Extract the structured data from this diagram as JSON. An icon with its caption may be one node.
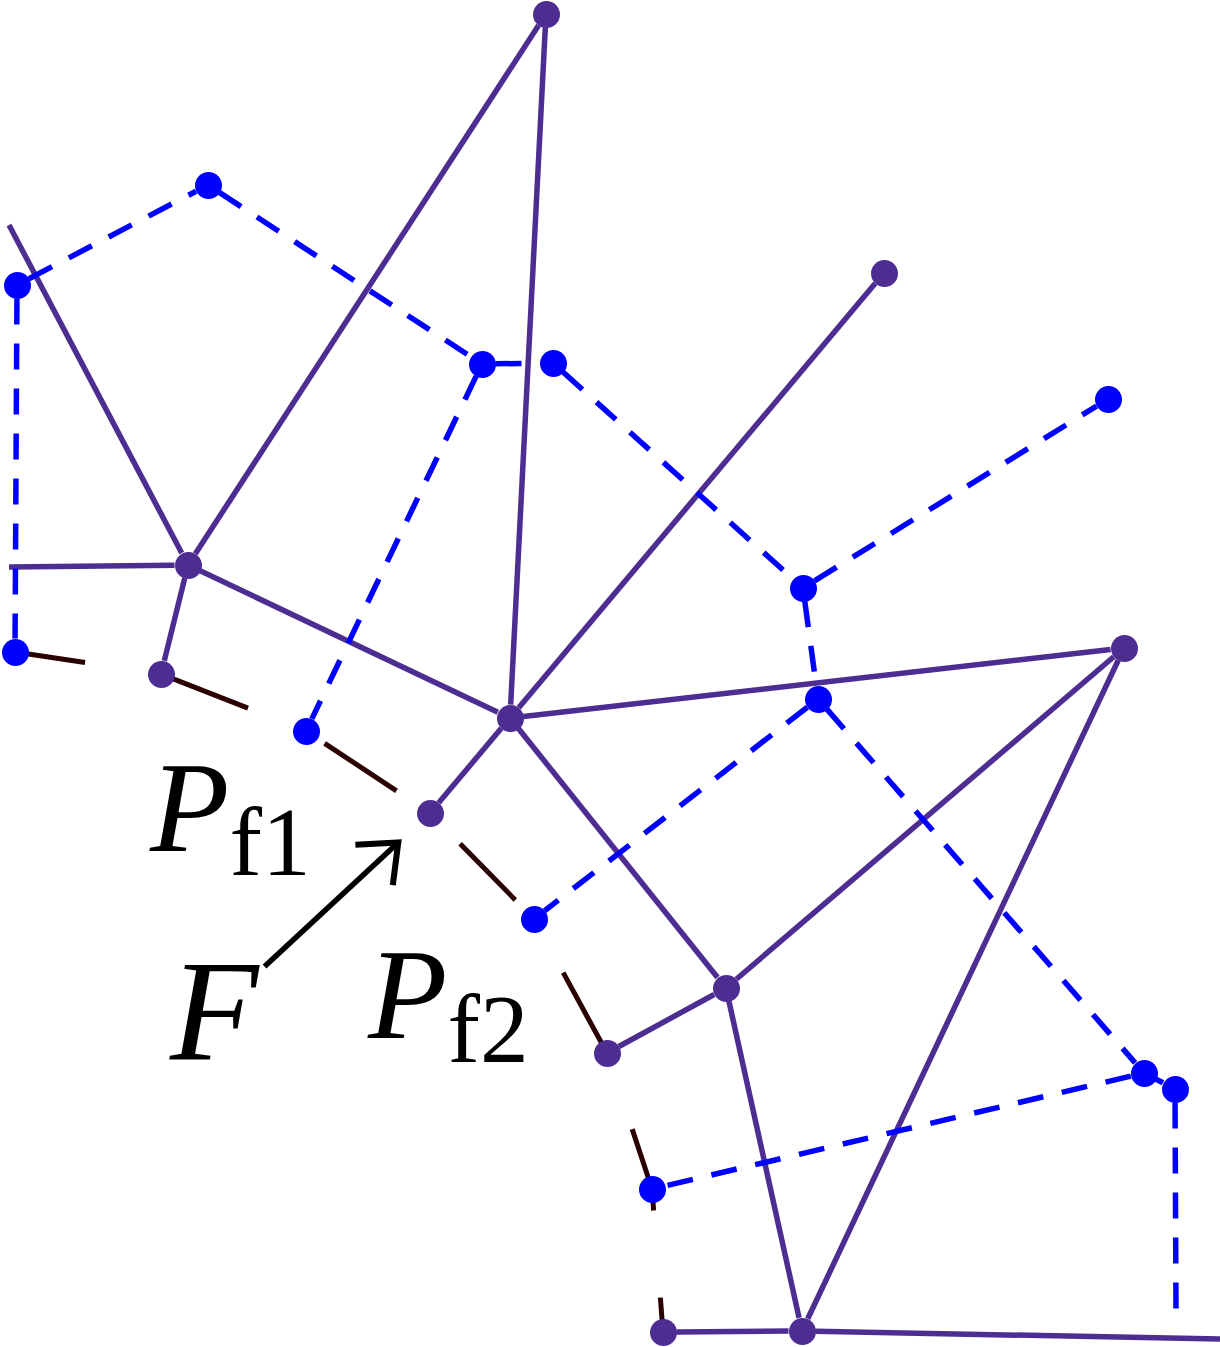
{
  "diagram": {
    "nodes": [
      {
        "text": [],
        "shape": "circle"
      },
      {
        "text": [],
        "shape": "circle"
      },
      {
        "text": [],
        "shape": "circle"
      },
      {
        "text": [],
        "shape": "circle"
      },
      {
        "text": [],
        "shape": "circle"
      },
      {
        "text": [],
        "shape": "circle"
      },
      {
        "text": [],
        "shape": "circle"
      },
      {
        "text": [],
        "shape": "circle"
      },
      {
        "text": [],
        "shape": "circle"
      },
      {
        "text": [],
        "shape": "circle"
      },
      {
        "text": [],
        "shape": "circle"
      },
      {
        "text": [],
        "shape": "circle"
      },
      {
        "text": [],
        "shape": "circle"
      },
      {
        "text": [],
        "shape": "circle"
      },
      {
        "text": [],
        "shape": "circle"
      },
      {
        "text": [],
        "shape": "circle"
      },
      {
        "text": [],
        "shape": "circle"
      },
      {
        "text": [
          "F"
        ]
      },
      {
        "text": [],
        "shape": "circle"
      },
      {
        "text": [],
        "shape": "circle",
        "beside": [
          "*P*$_{f2}$"
        ]
      },
      {
        "text": [],
        "shape": "circle"
      },
      {
        "text": [],
        "shape": "circle"
      },
      {
        "text": [],
        "shape": "circle"
      },
      {
        "text": [],
        "shape": "circle"
      },
      {
        "text": [],
        "shape": "circle"
      }
    ],
    "edges": [
      {
        "from": null,
        "to": 7,
        "arrow": "none"
      },
      {
        "from": null,
        "to": 7,
        "arrow": "none"
      },
      {
        "from": 7,
        "to": 0,
        "arrow": "none"
      },
      {
        "from": 7,
        "to": 11,
        "arrow": "none"
      },
      {
        "from": 7,
        "to": 13,
        "arrow": "none"
      },
      {
        "from": 0,
        "to": 13,
        "arrow": "none"
      },
      {
        "from": 13,
        "to": 2,
        "arrow": "none"
      },
      {
        "from": 13,
        "to": 9,
        "arrow": "none"
      },
      {
        "from": 13,
        "to": 15,
        "arrow": "none"
      },
      {
        "from": 13,
        "to": 18,
        "arrow": "none"
      },
      {
        "from": 18,
        "to": 9,
        "arrow": "none"
      },
      {
        "from": 18,
        "to": 19,
        "arrow": "none"
      },
      {
        "from": 18,
        "to": 24,
        "arrow": "none"
      },
      {
        "from": 9,
        "to": 24,
        "arrow": "none"
      },
      {
        "from": 23,
        "to": 24,
        "arrow": "none"
      },
      {
        "from": 24,
        "to": null,
        "arrow": "none"
      },
      {
        "from": 3,
        "to": 1,
        "arrow": "none",
        "style": "dashed",
        "color": "#0000ff"
      },
      {
        "from": 3,
        "to": 10,
        "arrow": "none",
        "style": "dashed",
        "color": "#0000ff"
      },
      {
        "from": 1,
        "to": 4,
        "arrow": "none",
        "style": "dashed",
        "color": "#0000ff"
      },
      {
        "from": 4,
        "to": 14,
        "arrow": "none",
        "style": "dashed",
        "color": "#0000ff"
      },
      {
        "from": 4,
        "to": 5,
        "arrow": "none",
        "style": "dashed",
        "color": "#0000ff"
      },
      {
        "from": 5,
        "to": 8,
        "arrow": "none",
        "style": "dashed",
        "color": "#0000ff"
      },
      {
        "from": 8,
        "to": 6,
        "arrow": "none",
        "style": "dashed",
        "color": "#0000ff"
      },
      {
        "from": 8,
        "to": 12,
        "arrow": "none",
        "style": "dashed",
        "color": "#0000ff"
      },
      {
        "from": 12,
        "to": 16,
        "arrow": "none",
        "style": "dashed",
        "color": "#0000ff"
      },
      {
        "from": 12,
        "to": 20,
        "arrow": "none",
        "style": "dashed",
        "color": "#0000ff"
      },
      {
        "from": 20,
        "to": 22,
        "arrow": "none",
        "style": "dashed",
        "color": "#0000ff"
      },
      {
        "from": 20,
        "to": 21,
        "arrow": "none",
        "style": "dashed",
        "color": "#0000ff"
      },
      {
        "from": 21,
        "to": null,
        "arrow": "none",
        "style": "dashed",
        "color": "#0000ff"
      },
      {
        "from": 17,
        "to": 15,
        "arrow": "to",
        "color": "#000000"
      }
    ],
    "labels": [
      "*P*$_{f1}$"
    ]
  }
}
